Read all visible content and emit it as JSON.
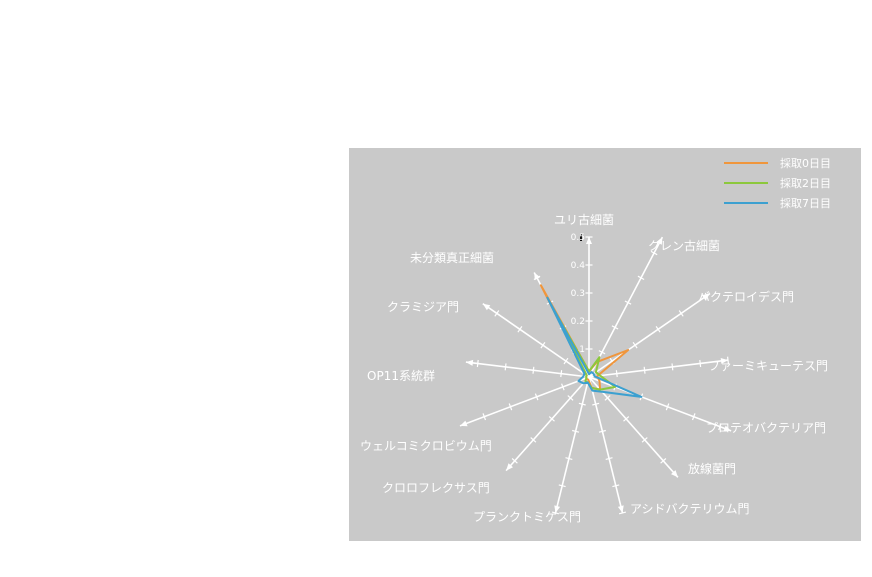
{
  "chart_data": {
    "type": "radar",
    "title": "",
    "axes": [
      "ユリ古細菌",
      "クレン古細菌",
      "バクテロイデス門",
      "ファーミキューテス門",
      "プロテオバクテリア門",
      "放線菌門",
      "アシドバクテリウム門",
      "プランクトミケス門",
      "クロロフレクサス門",
      "ウェルコミクロビウム門",
      "OP11系統群",
      "クラミジア門",
      "未分類真正細菌"
    ],
    "tick_labels": [
      "0.1",
      "0.2",
      "0.3",
      "0.4",
      "0.5"
    ],
    "rmax": 0.5,
    "series": [
      {
        "name": "採取0日目",
        "color": "#f0963c",
        "values": [
          0.02,
          0.06,
          0.17,
          0.03,
          0.04,
          0.06,
          0.04,
          0.01,
          0.01,
          0.01,
          0.01,
          0.01,
          0.37
        ]
      },
      {
        "name": "採取2日目",
        "color": "#8cc83c",
        "values": [
          0.02,
          0.08,
          0.03,
          0.04,
          0.1,
          0.06,
          0.04,
          0.02,
          0.02,
          0.01,
          0.01,
          0.01,
          0.28
        ]
      },
      {
        "name": "採取7日目",
        "color": "#3ca0d0",
        "values": [
          0.01,
          0.02,
          0.02,
          0.02,
          0.2,
          0.07,
          0.05,
          0.02,
          0.03,
          0.04,
          0.02,
          0.02,
          0.32
        ]
      }
    ],
    "legend_position": "top-right",
    "grid": false
  }
}
